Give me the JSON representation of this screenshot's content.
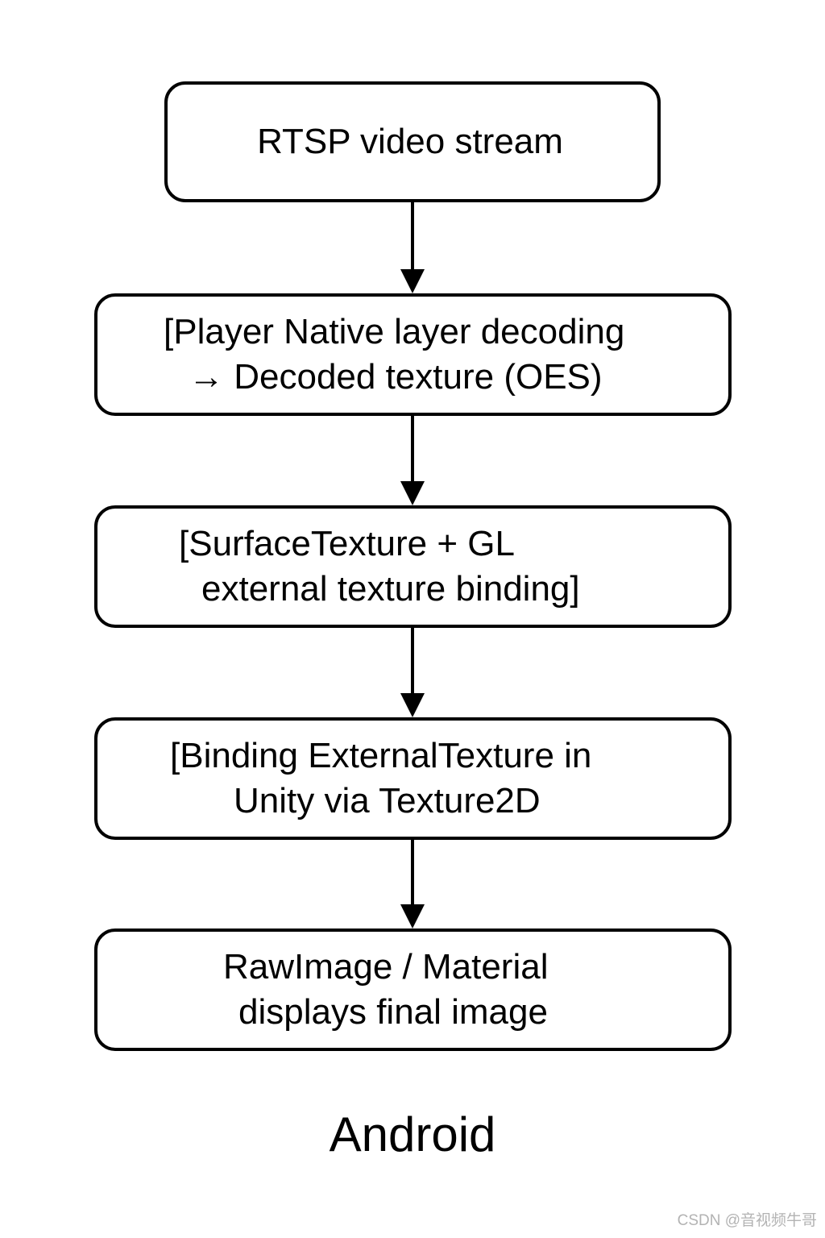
{
  "diagram": {
    "nodes": [
      {
        "id": "node-1",
        "lines": [
          "RTSP video stream"
        ]
      },
      {
        "id": "node-2",
        "lines": [
          "[Player Native layer decoding",
          "→ Decoded texture (OES)"
        ]
      },
      {
        "id": "node-3",
        "lines": [
          "[SurfaceTexture + GL",
          "external texture binding]"
        ]
      },
      {
        "id": "node-4",
        "lines": [
          "[Binding ExternalTexture in",
          "Unity via Texture2D"
        ]
      },
      {
        "id": "node-5",
        "lines": [
          "RawImage / Material",
          "displays final image"
        ]
      }
    ],
    "edges": [
      {
        "from": "node-1",
        "to": "node-2"
      },
      {
        "from": "node-2",
        "to": "node-3"
      },
      {
        "from": "node-3",
        "to": "node-4"
      },
      {
        "from": "node-4",
        "to": "node-5"
      }
    ],
    "caption": "Android"
  },
  "watermark": "CSDN @音视频牛哥",
  "colors": {
    "stroke": "#000000",
    "background": "#ffffff",
    "watermark": "#b3b3b3"
  }
}
